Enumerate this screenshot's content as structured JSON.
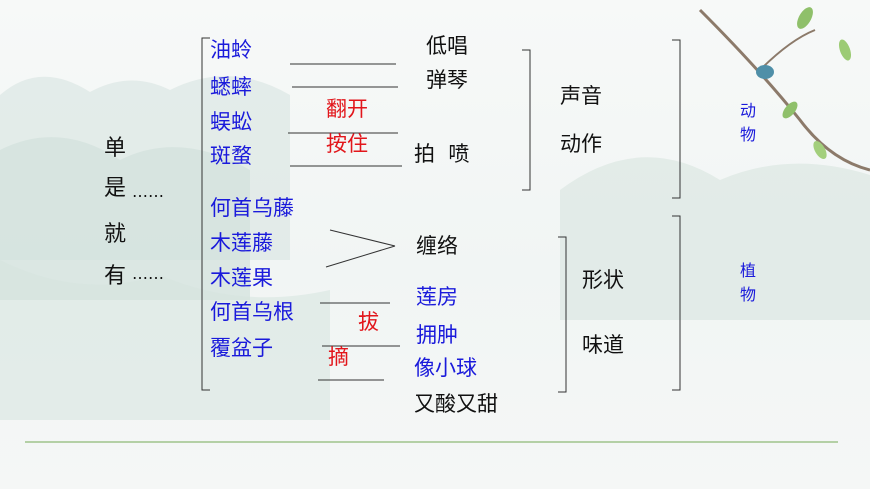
{
  "left": {
    "chars": [
      "单",
      "是",
      "就",
      "有"
    ],
    "dots1": "……",
    "dots2": "……"
  },
  "animals": [
    "油蛉",
    "蟋蟀",
    "蜈蚣",
    "斑蝥"
  ],
  "plants": [
    "何首乌藤",
    "木莲藤",
    "木莲果",
    "何首乌根",
    "覆盆子"
  ],
  "animal_details": {
    "low": "低唱",
    "tan": "弹琴",
    "pai": "拍  喷"
  },
  "actions_red": {
    "fan": "翻开",
    "an": "按住",
    "ba": "拔",
    "zhai": "摘"
  },
  "plant_details": {
    "chan": "缠络",
    "lian": "莲房",
    "yong": "拥肿",
    "xiang": "像小球",
    "you": "又酸又甜"
  },
  "groups": {
    "sound": "声音",
    "action": "动作",
    "shape": "形状",
    "taste": "味道"
  },
  "categories": {
    "animal": "动物",
    "plant": "植物"
  }
}
